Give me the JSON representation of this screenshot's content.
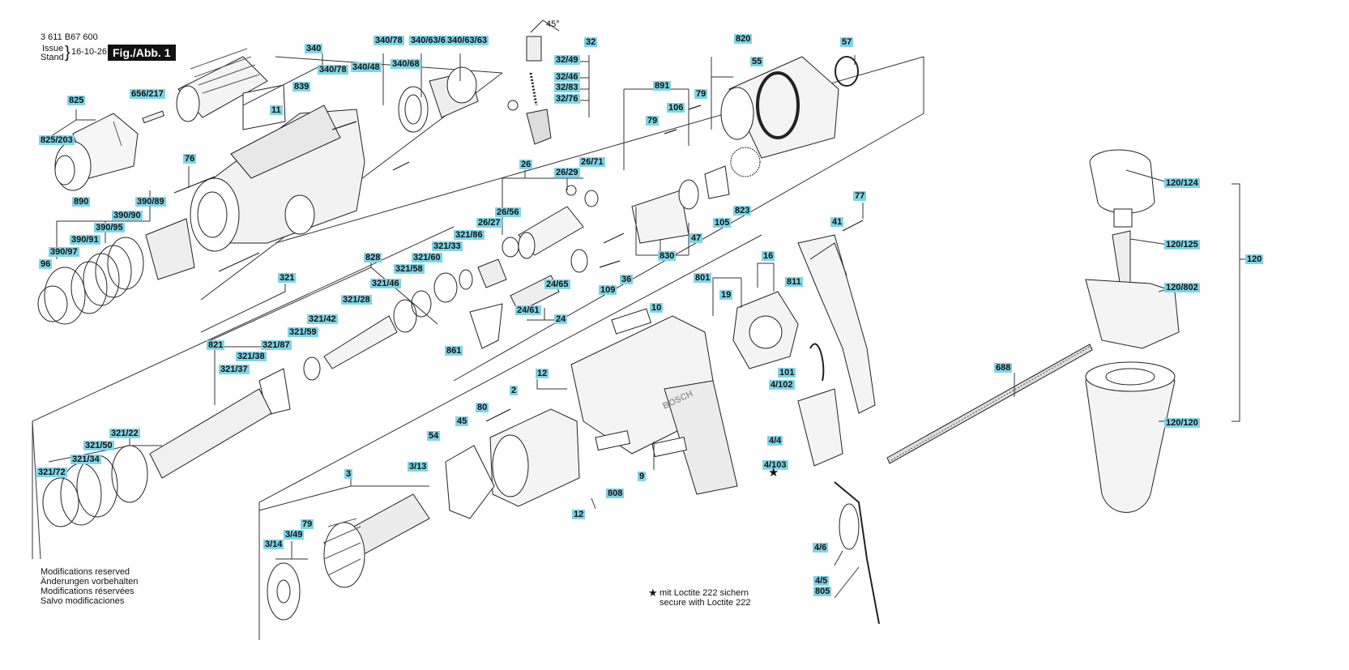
{
  "header": {
    "part_number": "3 611 B67 600",
    "issue_label": "Issue",
    "stand_label": "Stand",
    "brace": "}",
    "date": "16-10-26",
    "figure": "Fig./Abb. 1"
  },
  "angle_label": "45°",
  "brand": "BOSCH",
  "footer": {
    "modifications": [
      "Modifications reserved",
      "Änderungen vorbehalten",
      "Modifications réservées",
      "Salvo modificaciones"
    ],
    "loctite_de": "mit Loctite 222 sichern",
    "loctite_en": "secure with Loctite 222",
    "star": "★"
  },
  "labels": [
    "340",
    "340/78",
    "340/63/64",
    "340/63/63",
    "32",
    "820",
    "57",
    "839",
    "340/78",
    "340/48",
    "340/68",
    "32/49",
    "825",
    "656/217",
    "11",
    "32/46",
    "32/83",
    "32/76",
    "891",
    "79",
    "55",
    "79",
    "106",
    "825/203",
    "76",
    "26",
    "26/29",
    "26/71",
    "77",
    "890",
    "390/89",
    "390/90",
    "390/95",
    "390/91",
    "26/56",
    "26/27",
    "390/97",
    "96",
    "828",
    "321/86",
    "321/33",
    "321/60",
    "321/58",
    "321/46",
    "321",
    "24/65",
    "24/61",
    "24",
    "109",
    "36",
    "830",
    "47",
    "105",
    "823",
    "41",
    "16",
    "801",
    "811",
    "19",
    "10",
    "321/42",
    "321/28",
    "321/59",
    "321/87",
    "821",
    "321/38",
    "321/37",
    "861",
    "101",
    "4/102",
    "12",
    "80",
    "2",
    "45",
    "54",
    "3/13",
    "3",
    "321/22",
    "321/50",
    "321/34",
    "321/72",
    "79",
    "3/49",
    "3/14",
    "12",
    "808",
    "9",
    "4/4",
    "4/103",
    "688",
    "4/6",
    "4/5",
    "805",
    "120/124",
    "120/125",
    "120",
    "120/802",
    "120/120"
  ]
}
